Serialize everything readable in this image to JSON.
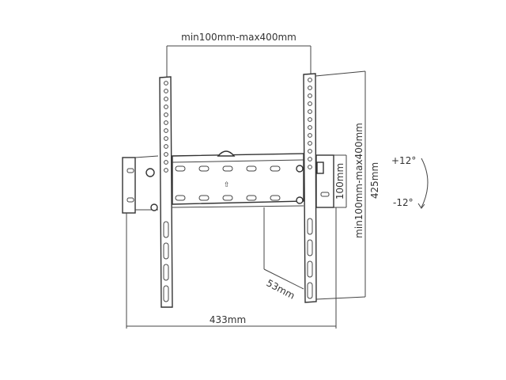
{
  "labels": {
    "vesa_width": "min100mm-max400mm",
    "vesa_height": "min100mm-max400mm",
    "plate_height": "100mm",
    "total_height": "425mm",
    "tilt_up": "+12°",
    "tilt_down": "-12°",
    "depth": "53mm",
    "total_width": "433mm"
  },
  "colors": {
    "line": "#444444"
  }
}
